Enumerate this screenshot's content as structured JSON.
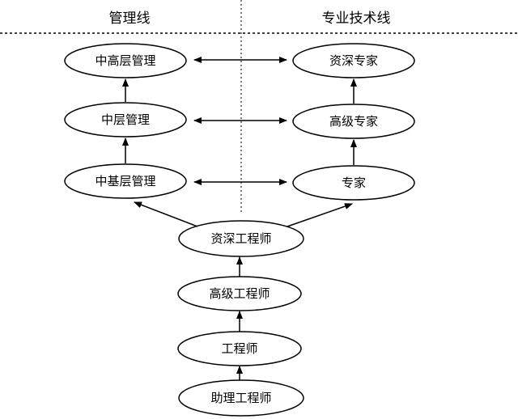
{
  "headers": {
    "management": "管理线",
    "technical": "专业技术线"
  },
  "nodes": {
    "mgmt_senior": "中高层管理",
    "mgmt_middle": "中层管理",
    "mgmt_junior": "中基层管理",
    "tech_senior": "资深专家",
    "tech_high": "高级专家",
    "tech_expert": "专家",
    "eng_senior": "资深工程师",
    "eng_high": "高级工程师",
    "eng": "工程师",
    "eng_assistant": "助理工程师"
  },
  "colors": {
    "line": "#000000",
    "background": "#ffffff"
  }
}
